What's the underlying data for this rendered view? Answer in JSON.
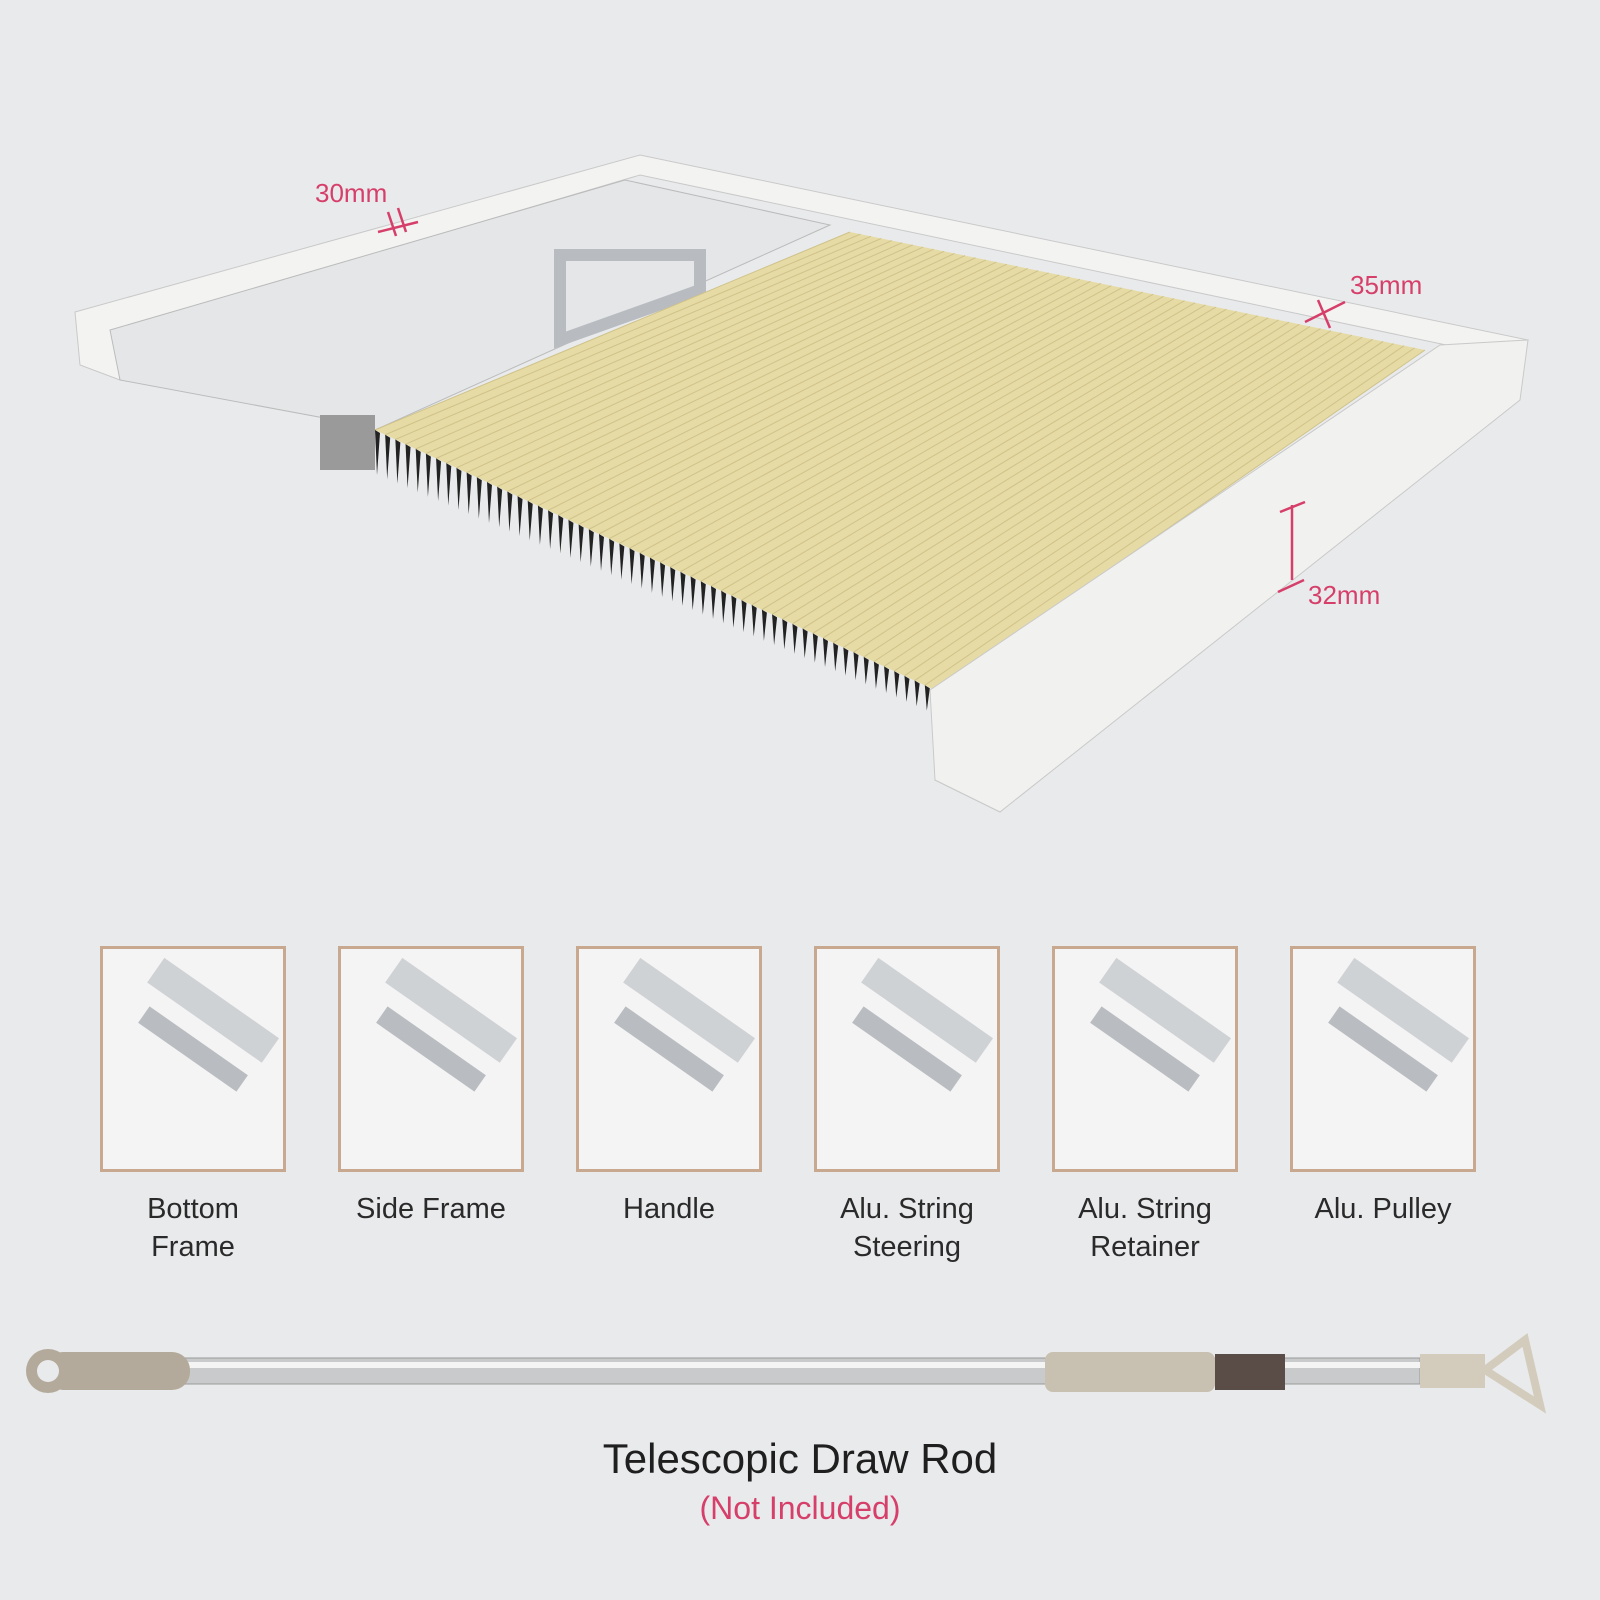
{
  "dimensions": {
    "top": "30mm",
    "side": "35mm",
    "bottom": "32mm"
  },
  "colors": {
    "accent": "#d63f6a",
    "background": "#e9eaec",
    "fabric": "#e6dba4",
    "frame_border": "#c8a98f"
  },
  "parts": [
    {
      "label": "Bottom Frame",
      "lines": [
        "Bottom",
        "Frame"
      ]
    },
    {
      "label": "Side Frame",
      "lines": [
        "Side Frame",
        ""
      ]
    },
    {
      "label": "Handle",
      "lines": [
        "Handle",
        ""
      ]
    },
    {
      "label": "Alu. String Steering",
      "lines": [
        "Alu. String",
        "Steering"
      ]
    },
    {
      "label": "Alu. String Retainer",
      "lines": [
        "Alu. String",
        "Retainer"
      ]
    },
    {
      "label": "Alu. Pulley",
      "lines": [
        "Alu. Pulley",
        ""
      ]
    }
  ],
  "rod": {
    "title": "Telescopic Draw Rod",
    "note": "(Not Included)"
  }
}
